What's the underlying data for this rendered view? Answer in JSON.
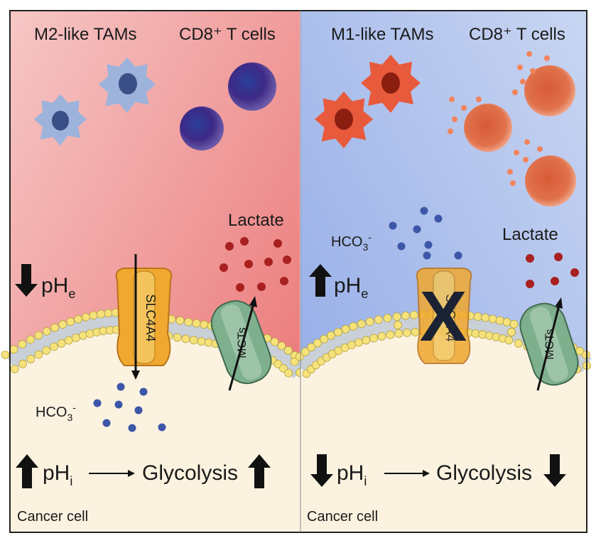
{
  "colors": {
    "left_bg_top": "#f6c7c6",
    "left_bg_bottom": "#ea6f6f",
    "right_bg_top": "#c9d6f2",
    "right_bg_bottom": "#8fa8e6",
    "cytoplasm": "#fbf2e0",
    "lipid_head": "#f5e27a",
    "m2_tam": "#9db3dc",
    "m1_tam": "#e85a3c",
    "cd8_left": "#3d2a86",
    "cd8_right": "#e0724c",
    "lactate": "#a8201f",
    "bicarbonate": "#3c56a8",
    "cytokine": "#f2845c",
    "slc4a4": "#f0a830",
    "mct": "#7fb08e"
  },
  "left_panel": {
    "tams_label": "M2-like TAMs",
    "tcells_label": "CD8⁺ T cells",
    "lactate_label": "Lactate",
    "ph_e_label": "pH",
    "ph_e_sub": "e",
    "transporter_label": "SLC4A4",
    "mct_label": "MCTs",
    "hco3_label": "HCO",
    "hco3_sub": "3",
    "hco3_sup": "-",
    "ph_i_label": "pH",
    "ph_i_sub": "i",
    "glycolysis_label": "Glycolysis",
    "cell_label": "Cancer cell"
  },
  "right_panel": {
    "tams_label": "M1-like TAMs",
    "tcells_label": "CD8⁺ T cells",
    "hco3_label": "HCO",
    "hco3_sub": "3",
    "hco3_sup": "-",
    "lactate_label": "Lactate",
    "ph_e_label": "pH",
    "ph_e_sub": "e",
    "transporter_label": "SLC4A4",
    "blocked_mark": "X",
    "mct_label": "MCTs",
    "ph_i_label": "pH",
    "ph_i_sub": "i",
    "glycolysis_label": "Glycolysis",
    "cell_label": "Cancer cell"
  }
}
